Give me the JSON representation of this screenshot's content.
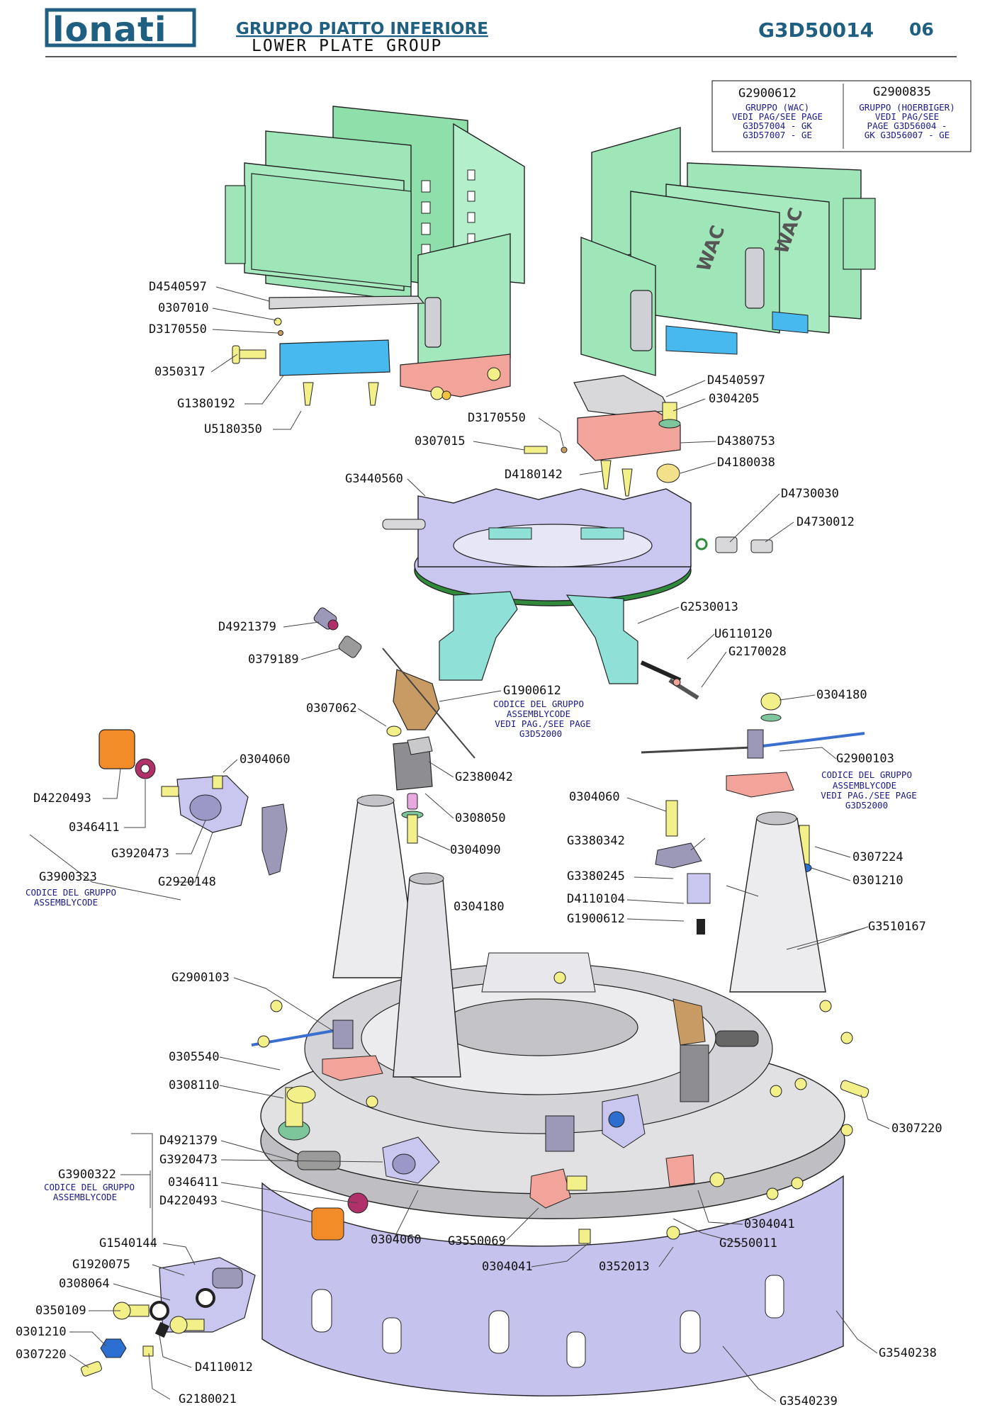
{
  "header": {
    "logo_text": "lonati",
    "title_it": "GRUPPO PIATTO INFERIORE",
    "title_en": "LOWER PLATE GROUP",
    "doc_code": "G3D50014",
    "page_number": "06"
  },
  "colors": {
    "brand": "#1f5f82",
    "green_module": "#9ee6b8",
    "lavender": "#c9c7ef",
    "gray_metal": "#d8d8da",
    "yellow_screw": "#f3f08a",
    "cyan_part": "#5ac8f0",
    "salmon_part": "#f2a49a",
    "orange_part": "#f28c28",
    "bronze_part": "#c89a64",
    "magenta_ring": "#b0306a",
    "blue_label": "#1a1a8c"
  },
  "info_box": {
    "left_code": "G2900612",
    "left_lines": [
      "GRUPPO (WAC)",
      "VEDI PAG/SEE PAGE",
      "G3D57004 - GK",
      "G3D57007 - GE"
    ],
    "right_code": "G2900835",
    "right_lines": [
      "GRUPPO (HOERBIGER)",
      "VEDI      PAG/SEE",
      "PAGE  G3D56004 -",
      "GK G3D56007 - GE"
    ]
  },
  "part_labels": [
    "D4540597",
    "0307010",
    "D3170550",
    "0350317",
    "G1380192",
    "U5180350",
    "D4540597",
    "0304205",
    "D3170550",
    "0307015",
    "D4380753",
    "D4180142",
    "D4180038",
    "G3440560",
    "D4730030",
    "D4730012",
    "G2530013",
    "U6110120",
    "G2170028",
    "D4921379",
    "0379189",
    "G1900612",
    "0307062",
    "0304180",
    "0304060",
    "G2380042",
    "G2900103",
    "D4220493",
    "0346411",
    "0304060",
    "0308050",
    "0304090",
    "G3920473",
    "G3380342",
    "0307224",
    "G3900323",
    "G2920148",
    "G3380245",
    "0301210",
    "D4110104",
    "0304180",
    "G1900612",
    "G3510167",
    "G2900103",
    "0305540",
    "0308110",
    "0307220",
    "D4921379",
    "G3920473",
    "G3900322",
    "0346411",
    "D4220493",
    "0304041",
    "0304060",
    "G3550069",
    "G2550011",
    "G1540144",
    "0304041",
    "0352013",
    "G1920075",
    "0308064",
    "0350109",
    "0301210",
    "0307220",
    "D4110012",
    "G3540238",
    "G2180021",
    "G3540239"
  ],
  "assembly_notes": [
    {
      "lines": [
        "CODICE DEL GRUPPO",
        "ASSEMBLYCODE",
        "VEDI PAG./SEE PAGE",
        "G3D52000"
      ]
    },
    {
      "lines": [
        "CODICE DEL GRUPPO",
        "ASSEMBLYCODE",
        "VEDI PAG./SEE PAGE",
        "G3D52000"
      ]
    },
    {
      "lines": [
        "CODICE DEL GRUPPO",
        "ASSEMBLYCODE"
      ]
    },
    {
      "lines": [
        "CODICE DEL GRUPPO",
        "ASSEMBLYCODE"
      ]
    }
  ],
  "module_markings": [
    "WAC",
    "WAC"
  ]
}
